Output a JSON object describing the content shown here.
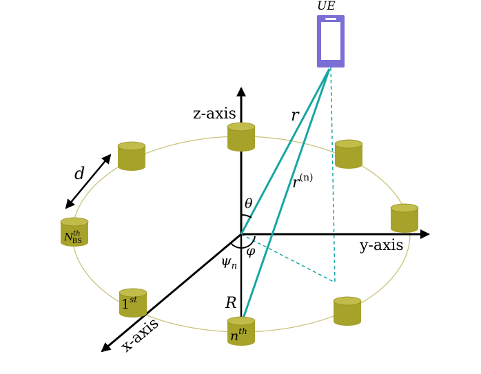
{
  "ue": {
    "label": "UE",
    "icon": "smartphone-icon",
    "color": "#7b6fd6"
  },
  "axes": {
    "z": "z-axis",
    "y": "y-axis",
    "x": "x-axis"
  },
  "symbols": {
    "r": "r",
    "r_n_base": "r",
    "r_n_sup": "(n)",
    "theta": "θ",
    "phi": "φ",
    "psi_base": "ψ",
    "psi_sub": "n",
    "R": "R",
    "d": "d"
  },
  "base_stations": {
    "color": "#a7a22a",
    "labels": {
      "first_base": "1",
      "first_sup": "st",
      "nth_base": "n",
      "nth_sup": "th",
      "NBS_base": "N",
      "NBS_sup": "th",
      "NBS_sub": "BS"
    }
  },
  "colors": {
    "ray": "#17a6a4",
    "ring": "#c9c37a",
    "axis": "#000000"
  }
}
